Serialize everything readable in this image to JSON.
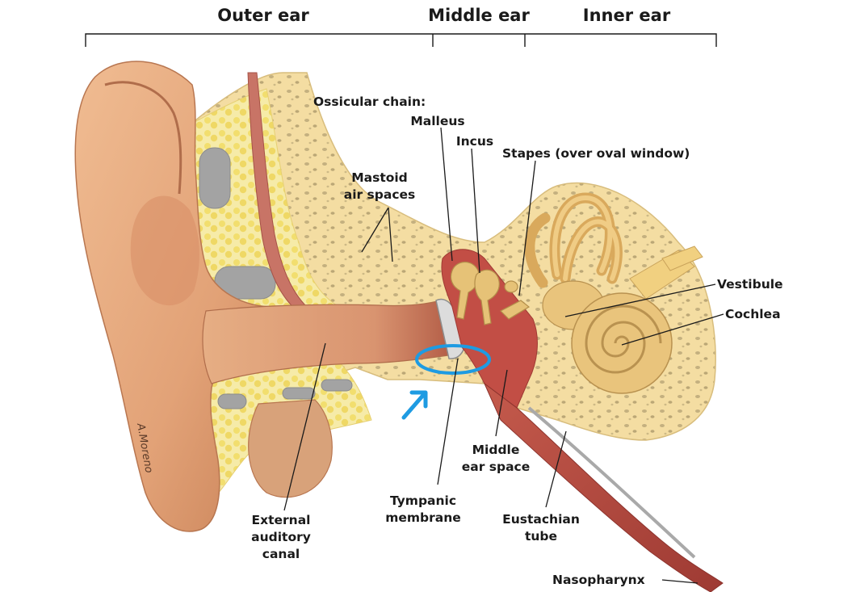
{
  "regions": {
    "outer": "Outer ear",
    "middle": "Middle ear",
    "inner": "Inner ear"
  },
  "labels": {
    "ossicular_chain": "Ossicular chain:",
    "malleus": "Malleus",
    "incus": "Incus",
    "stapes": "Stapes (over oval window)",
    "mastoid_1": "Mastoid",
    "mastoid_2": "air spaces",
    "vestibule": "Vestibule",
    "cochlea": "Cochlea",
    "middle_space_1": "Middle",
    "middle_space_2": "ear space",
    "tympanic_1": "Tympanic",
    "tympanic_2": "membrane",
    "eustachian_1": "Eustachian",
    "eustachian_2": "tube",
    "canal_1": "External",
    "canal_2": "auditory",
    "canal_3": "canal",
    "nasopharynx": "Nasopharynx"
  },
  "signature": "A.Moreno",
  "colors": {
    "skin": "#E7A97C",
    "skin_dark": "#C9835A",
    "bone": "#F4DDA2",
    "bone_spots": "#B7A57A",
    "fat": "#F2E27A",
    "canal_red": "#B0473F",
    "ossicle": "#E6C277",
    "highlight": "#1E9BE2"
  }
}
